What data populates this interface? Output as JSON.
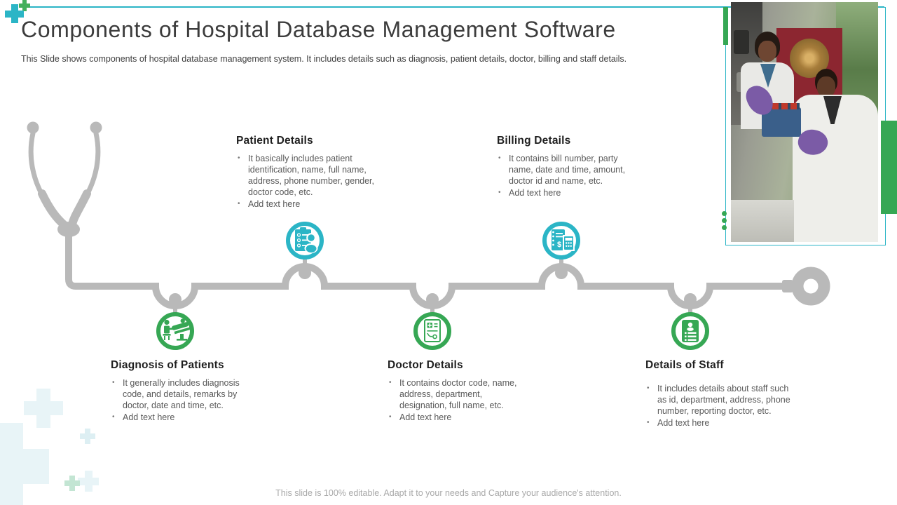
{
  "slide": {
    "title": "Components of Hospital Database Management Software",
    "subtitle": "This Slide shows components of hospital database management system. It includes details such as diagnosis, patient details, doctor, billing and staff details.",
    "footer": "This slide is 100% editable. Adapt it to your needs and Capture your audience's attention."
  },
  "ui": {
    "bullet_char": "•"
  },
  "icons": {
    "billing_dollar_glyph": "$"
  },
  "colors": {
    "teal_accent": "#2bb5c6",
    "green_accent": "#36a754",
    "timeline_gray": "#b9b9b9",
    "pale_cross_blue": "#e8f4f7",
    "title_text": "#3c3c3c",
    "body_text": "#595959",
    "footer_text": "#a9a9a9"
  },
  "photo": {
    "description": "Two laboratory technicians in white coats with purple gloves examining a rack of test tubes"
  },
  "sections": [
    {
      "id": "patient-details",
      "title": "Patient Details",
      "bullets": [
        "It basically includes patient identification, name, full name, address, phone number, gender, doctor code, etc.",
        "Add text here"
      ]
    },
    {
      "id": "billing-details",
      "title": "Billing Details",
      "bullets": [
        "It contains bill number, party name, date and time, amount, doctor id and name, etc.",
        "Add text here"
      ]
    },
    {
      "id": "diagnosis-of-patients",
      "title": "Diagnosis of Patients",
      "bullets": [
        "It generally includes diagnosis code, and details, remarks by doctor, date and time, etc.",
        "Add text here"
      ]
    },
    {
      "id": "doctor-details",
      "title": "Doctor Details",
      "bullets": [
        "It contains doctor code, name, address, department, designation, full name, etc.",
        "Add text here"
      ]
    },
    {
      "id": "details-of-staff",
      "title": "Details of Staff",
      "bullets": [
        "It includes details about staff such as id, department, address, phone number, reporting doctor, etc.",
        "Add text here"
      ]
    }
  ]
}
